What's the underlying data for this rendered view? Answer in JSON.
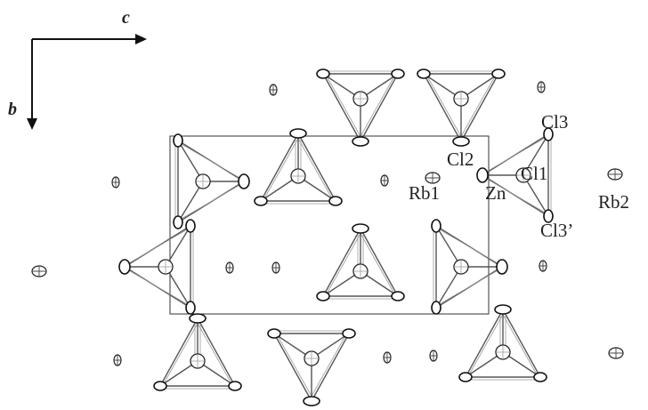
{
  "axes": {
    "horizontal": "c",
    "vertical": "b"
  },
  "atom_labels": {
    "cl3": "Cl3",
    "cl2": "Cl2",
    "cl1": "Cl1",
    "rb1": "Rb1",
    "zn": "Zn",
    "rb2": "Rb2",
    "cl3_prime": "Cl3’"
  }
}
